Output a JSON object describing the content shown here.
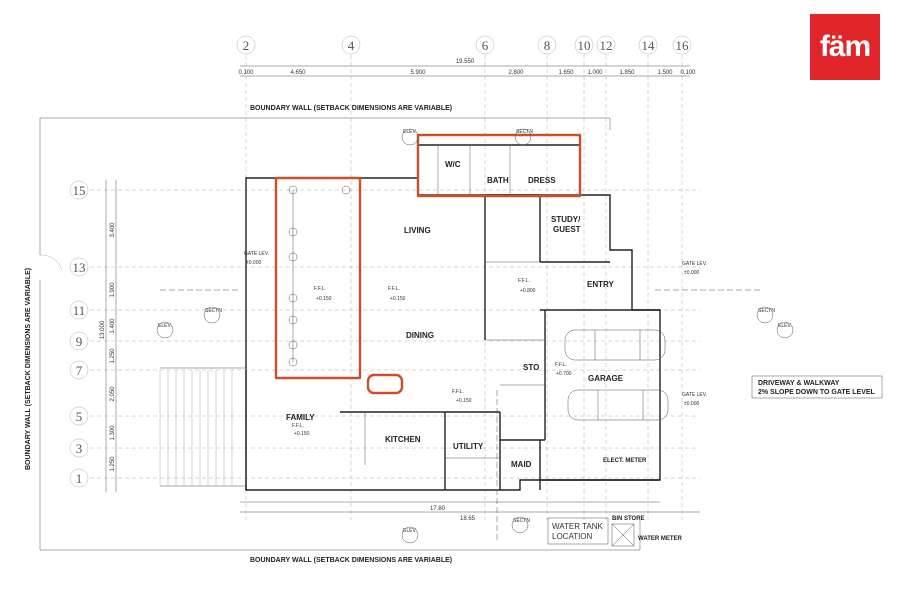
{
  "logo": {
    "text": "fäm",
    "color": "#e0262a"
  },
  "grid_top": [
    "2",
    "4",
    "6",
    "8",
    "10",
    "12",
    "14",
    "16"
  ],
  "grid_left": [
    "15",
    "13",
    "11",
    "9",
    "7",
    "5",
    "3",
    "1"
  ],
  "overall_dim": "19.550",
  "top_dims": [
    "0.100",
    "4.650",
    "5.900",
    "2.800",
    "1.650",
    "1.000",
    "1.850",
    "1.500",
    "0.100"
  ],
  "left_dims": [
    "3.400",
    "1.900",
    "1.400",
    "1.250",
    "2.050",
    "1.300",
    "1.250",
    "13.000"
  ],
  "bottom_dims": [
    "17.80",
    "18.65"
  ],
  "boundary_top": "BOUNDARY WALL (SETBACK DIMENSIONS ARE VARIABLE)",
  "boundary_bottom": "BOUNDARY WALL (SETBACK DIMENSIONS ARE VARIABLE)",
  "boundary_left": "BOUNDARY WALL (SETBACK DIMENSIONS ARE VARIABLE)",
  "rooms": {
    "wc": "W/C",
    "bath": "BATH",
    "dress": "DRESS",
    "living": "LIVING",
    "dining": "DINING",
    "study": "STUDY/",
    "guest": "GUEST",
    "entry": "ENTRY",
    "sto": "STO",
    "garage": "GARAGE",
    "family": "FAMILY",
    "kitchen": "KITCHEN",
    "utility": "UTILITY",
    "maid": "MAID"
  },
  "ffl": {
    "label": "F.F.L.",
    "living": "+0.150",
    "dining": "+0.150",
    "entry": "+0.800",
    "sto": "+0.700",
    "family": "+0.150",
    "utility": "+0.150"
  },
  "gate_left": {
    "label": "GATE LEV.",
    "value": "±0.000"
  },
  "gate_right": {
    "label": "GATE LEV.",
    "value": "±0.000"
  },
  "gate_right2": {
    "label": "GATE LEV.",
    "value": "±0.000"
  },
  "driveway_line1": "DRIVEWAY & WALKWAY",
  "driveway_line2": "2% SLOPE DOWN TO GATE LEVEL",
  "water_tank_1": "WATER TANK",
  "water_tank_2": "LOCATION",
  "bin_store": "BIN STORE",
  "water_meter": "WATER METER",
  "elect_meter": "ELECT. METER",
  "elev_label": "ELEV.",
  "sect_label": "SECTN",
  "highlight_color": "#c8502a"
}
